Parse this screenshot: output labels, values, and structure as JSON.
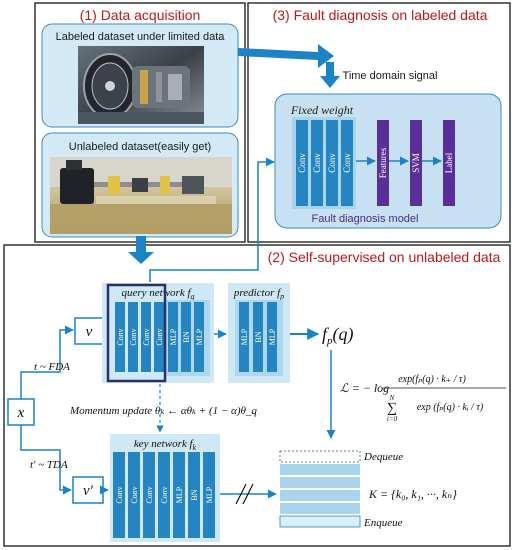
{
  "sections": {
    "acquisition_title": "(1) Data acquisition",
    "fault_title": "(3) Fault diagnosis on labeled data",
    "selfsup_title": "(2) Self-supervised on unlabeled data"
  },
  "datasets": {
    "labeled": "Labeled dataset under limited data",
    "unlabeled": "Unlabeled dataset(easily get)"
  },
  "fault_model": {
    "signal_label": "Time domain signal",
    "fixed_weight": "Fixed weight",
    "conv_labels": [
      "Conv",
      "Conv",
      "Conv",
      "Conv"
    ],
    "features": "Features",
    "svm": "SVM",
    "label": "Label",
    "model_name": "Fault diagnosis model"
  },
  "query_network": {
    "title": "query network",
    "symbol": "f",
    "subscript": "q",
    "conv_labels": [
      "Conv",
      "Conv",
      "Conv",
      "Conv"
    ],
    "head_labels": [
      "MLP",
      "BN",
      "MLP"
    ]
  },
  "predictor": {
    "title": "predictor",
    "symbol": "f",
    "subscript": "p",
    "labels": [
      "MLP",
      "BN",
      "MLP"
    ]
  },
  "key_network": {
    "title": "key network",
    "symbol": "f",
    "subscript": "k",
    "labels": [
      "Conv",
      "Conv",
      "Conv",
      "Conv",
      "MLP",
      "BN",
      "MLP"
    ]
  },
  "nodes": {
    "x": "x",
    "v": "v",
    "v_prime": "v′",
    "output": "fₚ(q)"
  },
  "augment": {
    "top": "t ~ FDA",
    "bottom": "t′ ~ TDA"
  },
  "momentum": "Momentum update θₖ ← αθₖ + (1 − α)θ_q",
  "loss": {
    "lhs": "ℒ =  − log",
    "numerator": "exp(fₚ(q) · k₊ / τ)",
    "denominator": "exp (fₚ(q) · kᵢ / τ)",
    "sum_top": "N",
    "sum_bottom": "i=0"
  },
  "queue": {
    "dequeue": "Dequeue",
    "enqueue": "Enqueue",
    "formula": "K = {k₀, k₁, ···, kₙ}"
  },
  "colors": {
    "arrow_blue": "#1b84c6",
    "block_blue": "#2485c1",
    "panel_light": "#cfe8f5",
    "panel_mid": "#add7ee",
    "svm_purple": "#5a2f9a",
    "title_red": "#c0181a",
    "highlight_navy": "#2b2f6b"
  }
}
